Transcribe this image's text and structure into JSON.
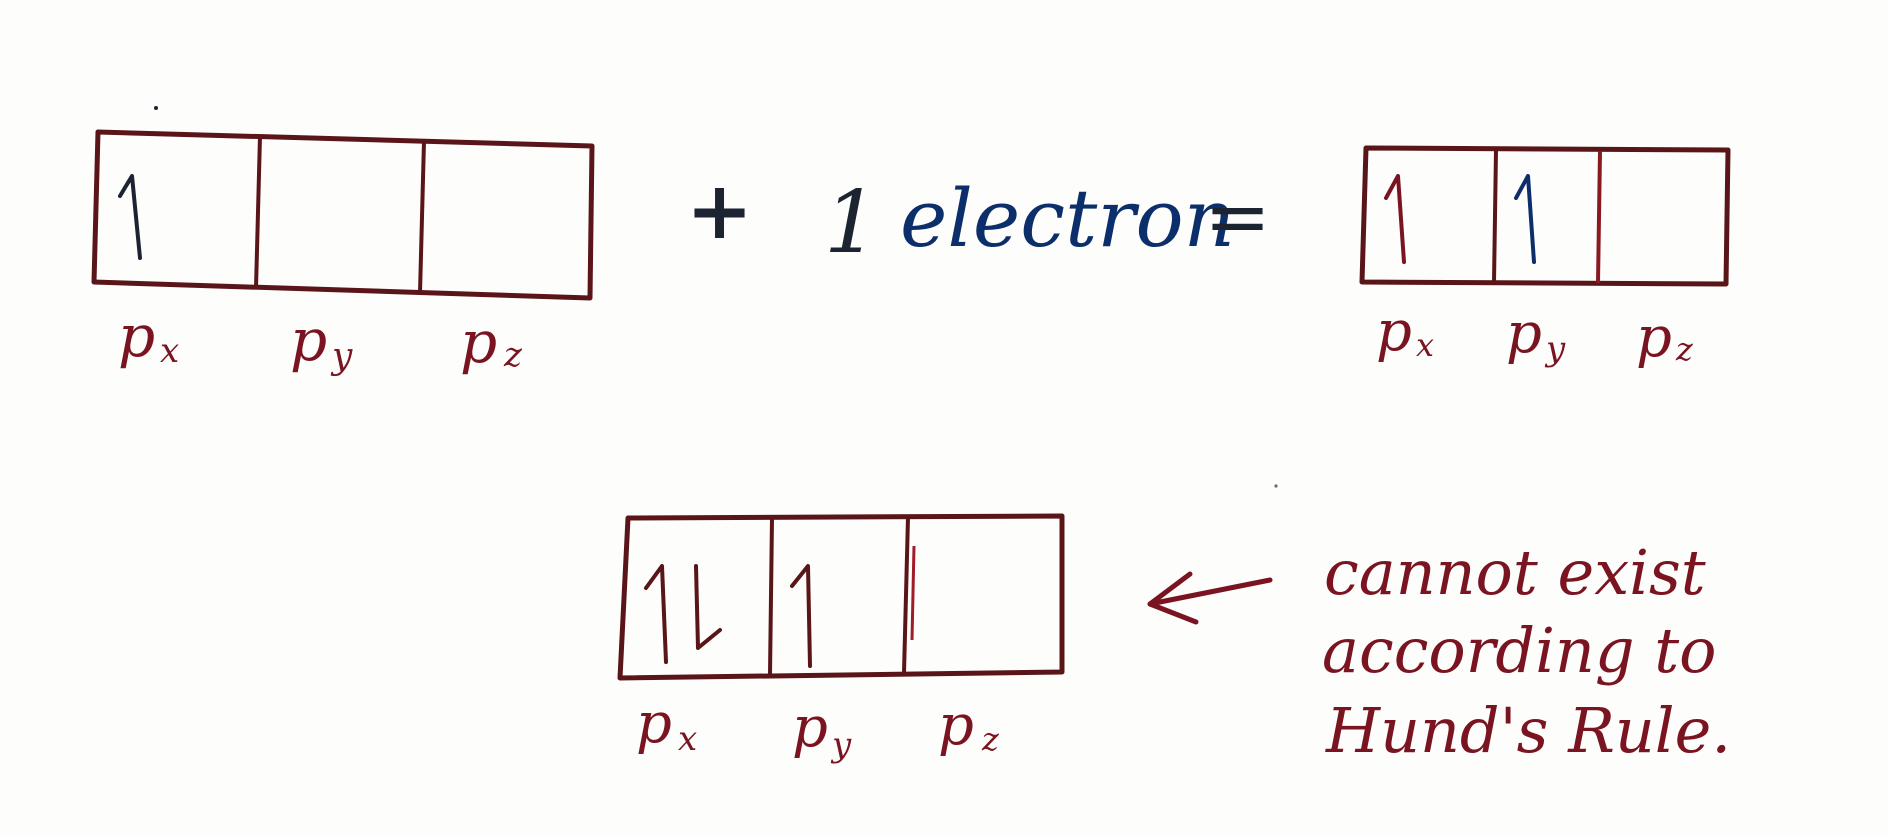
{
  "colors": {
    "ink_red": "#7a1420",
    "ink_blue": "#0c2f6b",
    "ink_dark": "#1c2432",
    "box_stroke": "#5a1518"
  },
  "orbitals": {
    "labels": [
      "px",
      "py",
      "pz"
    ],
    "label_main": "p",
    "label_subs": [
      "x",
      "y",
      "z"
    ]
  },
  "initial_config": {
    "boxes": [
      [
        "up"
      ],
      [],
      []
    ]
  },
  "equation": {
    "plus": "+",
    "count": "1",
    "word": "electron",
    "equals": "="
  },
  "result_config": {
    "boxes": [
      [
        "up"
      ],
      [
        "up"
      ],
      []
    ]
  },
  "invalid_config": {
    "boxes": [
      [
        "up",
        "down"
      ],
      [
        "up"
      ],
      []
    ]
  },
  "note": {
    "lines": [
      "cannot exist",
      "according to",
      "Hund's Rule."
    ]
  }
}
